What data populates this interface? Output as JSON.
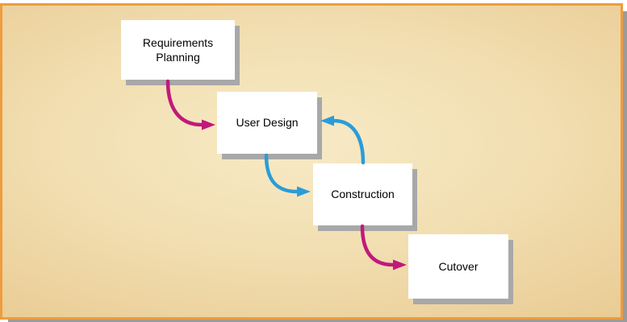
{
  "diagram": {
    "type": "flow",
    "stages": [
      {
        "id": "requirements-planning",
        "label": "Requirements Planning"
      },
      {
        "id": "user-design",
        "label": "User Design"
      },
      {
        "id": "construction",
        "label": "Construction"
      },
      {
        "id": "cutover",
        "label": "Cutover"
      }
    ],
    "arrows": [
      {
        "from": "Requirements Planning",
        "to": "User Design",
        "color": "#c1197b"
      },
      {
        "from": "User Design",
        "to": "Construction",
        "color": "#2b9cd8"
      },
      {
        "from": "Construction",
        "to": "User Design",
        "color": "#2b9cd8"
      },
      {
        "from": "Construction",
        "to": "Cutover",
        "color": "#c1197b"
      }
    ],
    "colors": {
      "panel_border": "#ee9c3e",
      "panel_background_center": "#f7eac6",
      "panel_background_edge": "#e6c78b",
      "panel_shadow": "#9b9b9b",
      "box_fill": "#ffffff",
      "box_shadow": "#a8a8a8",
      "text": "#000000",
      "arrow_forward": "#c1197b",
      "arrow_iterate": "#2b9cd8"
    }
  }
}
